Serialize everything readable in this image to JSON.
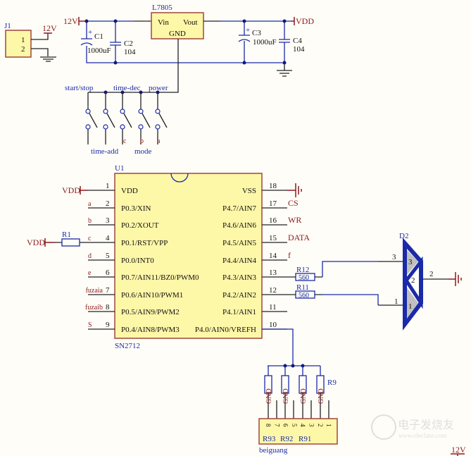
{
  "colors": {
    "wire": "#222222",
    "net": "#1a2aa8",
    "power": "#8b1a1a",
    "component_fill": "#fdf7a8",
    "component_border": "#a0463c"
  },
  "j1": {
    "ref": "J1",
    "pins": [
      "1",
      "2"
    ],
    "net": "12V"
  },
  "regulator": {
    "ref": "L7805",
    "vin": "Vin",
    "vout": "Vout",
    "gnd": "GND",
    "in_net": "12V",
    "out_net": "VDD"
  },
  "caps": [
    {
      "ref": "C1",
      "value": "1000uF",
      "polarized": "+"
    },
    {
      "ref": "C2",
      "value": "104"
    },
    {
      "ref": "C3",
      "value": "1000uF",
      "polarized": "+"
    },
    {
      "ref": "C4",
      "value": "104"
    }
  ],
  "switches": {
    "top_labels": [
      "start/stop",
      "time-dec",
      "power"
    ],
    "bottom_labels": [
      "time-add",
      "mode"
    ],
    "nets": [
      "c",
      "b",
      "a"
    ]
  },
  "u1": {
    "ref": "U1",
    "part": "SN2712",
    "left_pins": [
      {
        "num": "1",
        "name": "VDD",
        "net": "VDD"
      },
      {
        "num": "2",
        "name": "P0.3/XIN",
        "net": "a"
      },
      {
        "num": "3",
        "name": "P0.2/XOUT",
        "net": "b"
      },
      {
        "num": "4",
        "name": "P0.1/RST/VPP",
        "net": "c"
      },
      {
        "num": "5",
        "name": "P0.0/INT0",
        "net": "d"
      },
      {
        "num": "6",
        "name": "P0.7/AIN11/BZ0/PWM0",
        "net": "e"
      },
      {
        "num": "7",
        "name": "P0.6/AIN10/PWM1",
        "net": "fuzaia"
      },
      {
        "num": "8",
        "name": "P0.5/AIN9/PWM2",
        "net": "fuzaib"
      },
      {
        "num": "9",
        "name": "P0.4/AIN8/PWM3",
        "net": "S"
      }
    ],
    "right_pins": [
      {
        "num": "18",
        "name": "VSS",
        "net": ""
      },
      {
        "num": "17",
        "name": "P4.7/AIN7",
        "net": "CS"
      },
      {
        "num": "16",
        "name": "P4.6/AIN6",
        "net": "WR"
      },
      {
        "num": "15",
        "name": "P4.5/AIN5",
        "net": "DATA"
      },
      {
        "num": "14",
        "name": "P4.4/AIN4",
        "net": "f"
      },
      {
        "num": "13",
        "name": "P4.3/AIN3",
        "net": ""
      },
      {
        "num": "12",
        "name": "P4.2/AIN2",
        "net": ""
      },
      {
        "num": "11",
        "name": "P4.1/AIN1",
        "net": ""
      },
      {
        "num": "10",
        "name": "P4.0/AIN0/VREFH",
        "net": ""
      }
    ]
  },
  "r1": {
    "ref": "R1",
    "net": "VDD"
  },
  "r12": {
    "ref": "R12",
    "value": "560"
  },
  "r11": {
    "ref": "R11",
    "value": "560"
  },
  "d2": {
    "ref": "D2",
    "pins": [
      "3",
      "2",
      "1"
    ],
    "pin_labels": [
      "3",
      "2",
      "1"
    ]
  },
  "r9": {
    "ref": "R9",
    "gnd_label": "GND"
  },
  "connector": {
    "ref": "beiguang",
    "pins": [
      "8",
      "7",
      "6",
      "5",
      "4",
      "3",
      "2",
      "1"
    ],
    "labels": [
      "R93",
      "R92",
      "R91"
    ]
  },
  "corner": {
    "net": "12V"
  },
  "watermark": {
    "text": "电子发烧友",
    "url": "www.elecfans.com"
  }
}
